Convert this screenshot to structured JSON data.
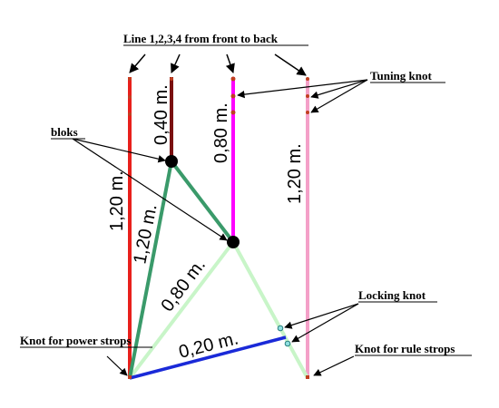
{
  "labels": {
    "title": "Line 1,2,3,4 from front to back",
    "tuning_knot": "Tuning knot",
    "bloks": "bloks",
    "locking_knot": "Locking knot",
    "knot_power_strops": "Knot for power strops",
    "knot_rule_strops": "Knot for rule strops"
  },
  "measurements": {
    "line2_top": "0,40 m.",
    "line3_top": "0,80 m.",
    "line1": "1,20 m.",
    "line4": "1,20 m.",
    "green_strop": "1,20 m.",
    "light_strop": "0,80 m.",
    "blue_strop": "0,20 m."
  },
  "colors": {
    "line1": "#e8201c",
    "line2": "#7a1010",
    "line3": "#ff00ff",
    "line4": "#f4a0c8",
    "green_strop": "#3a9a6a",
    "light_strop": "#c8f5c8",
    "blue_strop": "#1a2ad8",
    "block": "#000000",
    "locking_knot": "#90e0e0",
    "small_knot": "#c04020"
  }
}
